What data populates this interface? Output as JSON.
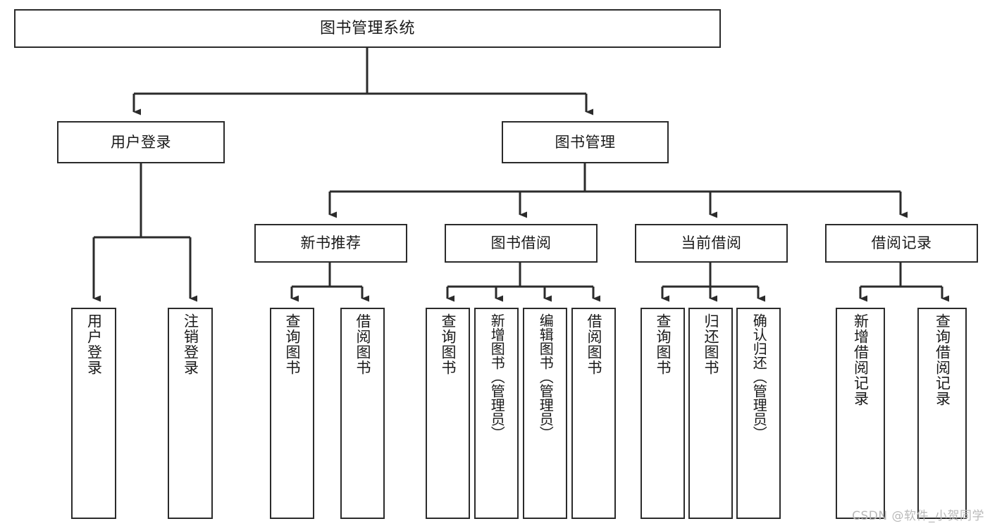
{
  "diagram": {
    "title": "图书管理系统",
    "type": "功能结构图",
    "stroke_color": "#2b2b2b",
    "background_color": "#ffffff",
    "watermark": "CSDN @软件_小贺同学"
  },
  "nodes": {
    "root": {
      "label": "图书管理系统"
    },
    "level2": [
      {
        "id": "user-login",
        "label": "用户登录"
      },
      {
        "id": "book-manage",
        "label": "图书管理"
      }
    ],
    "level3": [
      {
        "id": "new-book-recommend",
        "label": "新书推荐"
      },
      {
        "id": "book-borrow",
        "label": "图书借阅"
      },
      {
        "id": "current-borrow",
        "label": "当前借阅"
      },
      {
        "id": "borrow-record",
        "label": "借阅记录"
      }
    ],
    "leaves": {
      "user_login": [
        {
          "id": "leaf-user-login",
          "label": "用户登录"
        },
        {
          "id": "leaf-logout-login",
          "label": "注销登录"
        }
      ],
      "new_book_recommend": [
        {
          "id": "leaf-query-book-1",
          "label": "查询图书"
        },
        {
          "id": "leaf-borrow-book-1",
          "label": "借阅图书"
        }
      ],
      "book_borrow": [
        {
          "id": "leaf-query-book-2",
          "label": "查询图书"
        },
        {
          "id": "leaf-add-book",
          "label": "新增图书（管理员）"
        },
        {
          "id": "leaf-edit-book",
          "label": "编辑图书（管理员）"
        },
        {
          "id": "leaf-borrow-book-2",
          "label": "借阅图书"
        }
      ],
      "current_borrow": [
        {
          "id": "leaf-query-book-3",
          "label": "查询图书"
        },
        {
          "id": "leaf-return-book",
          "label": "归还图书"
        },
        {
          "id": "leaf-confirm-return",
          "label": "确认归还（管理员）"
        }
      ],
      "borrow_record": [
        {
          "id": "leaf-add-record",
          "label": "新增借阅记录"
        },
        {
          "id": "leaf-query-record",
          "label": "查询借阅记录"
        }
      ]
    }
  }
}
